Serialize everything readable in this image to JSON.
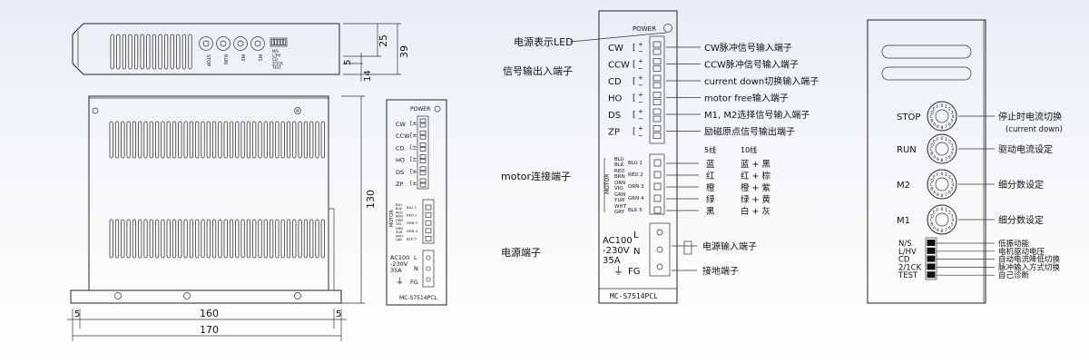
{
  "side_view": {
    "knob_labels": [
      "STOP",
      "RUN",
      "M2",
      "M1"
    ],
    "dip_labels": [
      "N/S",
      "L/HV",
      "CD",
      "2/1CK",
      "TEST"
    ],
    "dims": {
      "d25": "25",
      "d39": "39",
      "d5": "5",
      "d14": "14"
    }
  },
  "top_view": {
    "dims": {
      "d130": "130",
      "d160": "160",
      "d170": "170",
      "d5_left": "5",
      "d5_right": "5"
    }
  },
  "small_front": {
    "power": "POWER",
    "signals": [
      "CW",
      "CCW",
      "CD",
      "HO",
      "DS",
      "ZP"
    ],
    "motor_label": "MOTOR",
    "motor_rows": [
      {
        "c1": "BLU",
        "c2": "BLK",
        "tag": "BLU 1"
      },
      {
        "c1": "RED",
        "c2": "BRN",
        "tag": "RED 2"
      },
      {
        "c1": "ORN",
        "c2": "VIO",
        "tag": "ORN 3"
      },
      {
        "c1": "GRN",
        "c2": "YLW",
        "tag": "GRN 4"
      },
      {
        "c1": "WHT",
        "c2": "GRY",
        "tag": "BLK 5"
      }
    ],
    "ac_lines": [
      "AC100",
      "-230V",
      "35A"
    ],
    "ac_terms": [
      "L",
      "N",
      "FG"
    ],
    "model": "MC-S7514PCL"
  },
  "front": {
    "power": "POWER",
    "signals": [
      "CW",
      "CCW",
      "CD",
      "HO",
      "DS",
      "ZP"
    ],
    "callouts": [
      "CW脉冲信号输入端子",
      "CCW脉冲信号输入端子",
      "current down切换输入端子",
      "motor free输入端子",
      "M1, M2选择信号输入端子",
      "励磁原点信号输出端子"
    ],
    "left_labels": {
      "power_led": "电源表示LED",
      "signal_io": "信号输出入端子",
      "motor": "motor连接端子",
      "power_terminal": "电源端子"
    },
    "motor_label": "MOTOR",
    "wire_heads": [
      "5线",
      "10线"
    ],
    "motor_rows": [
      {
        "c1": "BLU",
        "c2": "BLK",
        "tag": "BLU 1",
        "w5": "蓝",
        "w10": "蓝 + 黑"
      },
      {
        "c1": "RED",
        "c2": "BRN",
        "tag": "RED 2",
        "w5": "红",
        "w10": "红 + 棕"
      },
      {
        "c1": "ORN",
        "c2": "VIO",
        "tag": "ORN 3",
        "w5": "橙",
        "w10": "橙 + 紫"
      },
      {
        "c1": "GRN",
        "c2": "YLW",
        "tag": "GRN 4",
        "w5": "绿",
        "w10": "绿 + 黄"
      },
      {
        "c1": "WHT",
        "c2": "GRY",
        "tag": "BLK 5",
        "w5": "黑",
        "w10": "白 + 灰"
      }
    ],
    "ac_lines": [
      "AC100",
      "-230V",
      "35A"
    ],
    "ac_terms": [
      "L",
      "N",
      "FG"
    ],
    "power_in": "电源输入端子",
    "ground": "接地端子",
    "model": "MC-S7514PCL"
  },
  "panel": {
    "knobs": [
      {
        "label": "STOP",
        "desc": "停止时电流切换",
        "sub": "(current down)"
      },
      {
        "label": "RUN",
        "desc": "驱动电流设定",
        "sub": ""
      },
      {
        "label": "M2",
        "desc": "细分数设定",
        "sub": ""
      },
      {
        "label": "M1",
        "desc": "细分数设定",
        "sub": ""
      }
    ],
    "dips": [
      {
        "label": "N/S",
        "desc": "低振动能"
      },
      {
        "label": "L/HV",
        "desc": "电机驱动电压"
      },
      {
        "label": "CD",
        "desc": "自动电流降低切换"
      },
      {
        "label": "2/1CK",
        "desc": "脉冲输入方式切换"
      },
      {
        "label": "TEST",
        "desc": "自己诊断"
      }
    ]
  }
}
